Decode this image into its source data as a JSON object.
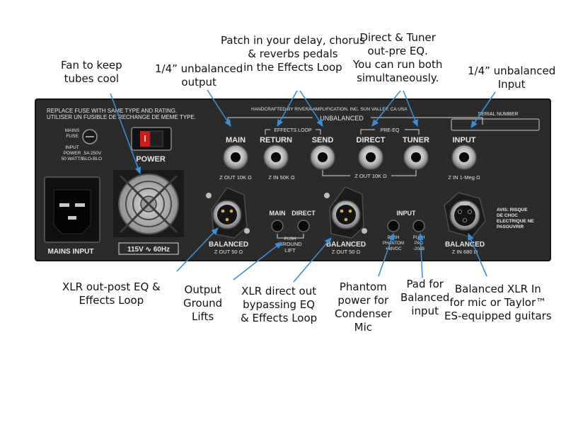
{
  "callouts": {
    "fan": [
      "Fan to keep",
      "tubes cool"
    ],
    "unbal_out": [
      "1/4” unbalanced",
      "output"
    ],
    "patch": [
      "Patch in your delay, chorus",
      "& reverbs pedals",
      "in the Effects Loop"
    ],
    "direct_tuner": [
      "Direct & Tuner",
      "out-pre EQ.",
      "You can run both",
      "simultaneously."
    ],
    "unbal_in": [
      "1/4” unbalanced",
      "Input"
    ],
    "xlr_post": [
      "XLR out-post EQ &",
      "Effects Loop"
    ],
    "ground_lifts": [
      "Output",
      "Ground",
      "Lifts"
    ],
    "xlr_direct": [
      "XLR direct out",
      "bypassing EQ",
      "& Effects Loop"
    ],
    "phantom": [
      "Phantom",
      "power for",
      "Condenser",
      "Mic"
    ],
    "pad": [
      "Pad for",
      "Balanced",
      "input"
    ],
    "bal_xlr_in": [
      "Balanced XLR In",
      "for mic or Taylor™",
      "ES-equipped guitars"
    ]
  },
  "panel": {
    "fuse_warning_1": "REPLACE FUSE WITH SAME TYPE AND RATING.",
    "fuse_warning_2": "UTILISER UN FUSIBLE DE RECHANGE DE MEME TYPE.",
    "handcrafted": "HANDCRAFTED BY RIVERA AMPLIFICATION, INC. SUN VALLEY, CA  USA",
    "unbalanced": "UNBALANCED",
    "serial_number": "SERIAL NUMBER",
    "mains_fuse": [
      "MAINS",
      "FUSE"
    ],
    "input_power": [
      "INPUT",
      "POWER",
      "50 WATTS"
    ],
    "fuse_rating": [
      ".5A 250V",
      "SLO-BLO"
    ],
    "power": "POWER",
    "mains_input": "MAINS INPUT",
    "voltage": "115V ∿ 60Hz",
    "main": "MAIN",
    "effects_loop": "EFFECTS LOOP",
    "return": "RETURN",
    "send": "SEND",
    "pre_eq": "PRE-EQ",
    "direct": "DIRECT",
    "tuner": "TUNER",
    "input": "INPUT",
    "z_main": "Z OUT 10K Ω",
    "z_return": "Z IN 50K Ω",
    "z_direct_tuner": "Z OUT 10K Ω",
    "z_input": "Z IN 1-Meg Ω",
    "lift_main": "MAIN",
    "lift_direct": "DIRECT",
    "push": "PUSH",
    "ground_lift": [
      "GROUND",
      "LIFT"
    ],
    "balanced": "BALANCED",
    "z_bal_out": "Z OUT 50 Ω",
    "input_label": "INPUT",
    "push_phantom": [
      "PUSH",
      "PHANTOM",
      "+48VDC"
    ],
    "push_pad": [
      "PUSH",
      "PAD",
      "-20dB"
    ],
    "z_bal_in": "Z IN 680 Ω",
    "avis": [
      "AVIS: RISQUE",
      "DE CHOC",
      "ELECTRIQUE NE",
      "PASOUVRIR"
    ]
  },
  "colors": {
    "panel": "#2b2b2b",
    "panel_text": "#e6e6e6",
    "power_switch": "#d11a1a",
    "arrow": "#3a8fd8"
  },
  "icons": [
    "fan-icon",
    "iec-inlet-icon",
    "fuse-holder-icon",
    "power-switch-icon",
    "jack-icon",
    "xlr-male-icon",
    "xlr-female-icon",
    "push-button-icon",
    "arrow-icon"
  ]
}
